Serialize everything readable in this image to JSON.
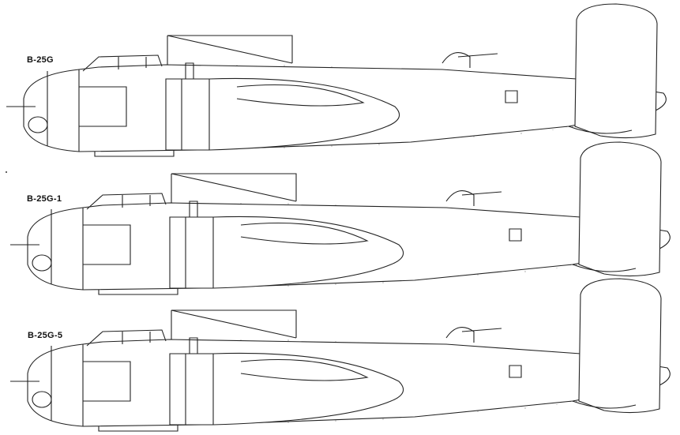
{
  "variants": [
    {
      "label": "B-25G"
    },
    {
      "label": "B-25G-1"
    },
    {
      "label": "B-25G-5"
    }
  ],
  "colors": {
    "line": "#222222",
    "background": "#ffffff"
  }
}
